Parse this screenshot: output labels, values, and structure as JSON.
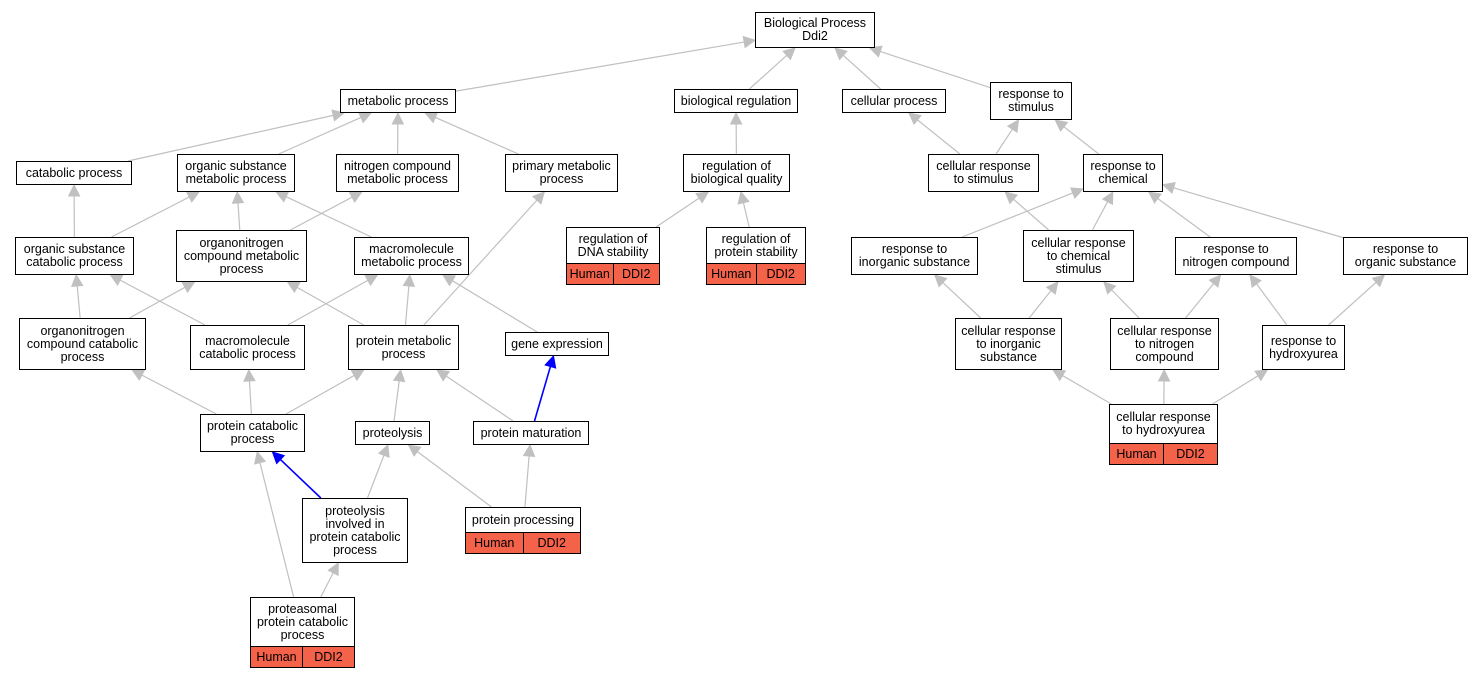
{
  "colors": {
    "edge_default": "#c0c0c0",
    "edge_highlight": "#0000ff",
    "annotation_fill": "#f4624a",
    "node_border": "#000000",
    "node_fill": "#ffffff"
  },
  "nodes": {
    "root": {
      "label": "Biological Process\nDdi2"
    },
    "metabolic": {
      "label": "metabolic process"
    },
    "bioreg": {
      "label": "biological regulation"
    },
    "cellproc": {
      "label": "cellular process"
    },
    "respstim": {
      "label": "response to\nstimulus"
    },
    "catabolic": {
      "label": "catabolic process"
    },
    "orgsubmet": {
      "label": "organic substance\nmetabolic process"
    },
    "nitromet": {
      "label": "nitrogen compound\nmetabolic process"
    },
    "primmet": {
      "label": "primary metabolic\nprocess"
    },
    "regbioqual": {
      "label": "regulation of\nbiological quality"
    },
    "cellrespstim": {
      "label": "cellular response\nto stimulus"
    },
    "respchem": {
      "label": "response to\nchemical"
    },
    "orgsubcat": {
      "label": "organic substance\ncatabolic process"
    },
    "orgnitromet": {
      "label": "organonitrogen\ncompound metabolic\nprocess"
    },
    "macromet": {
      "label": "macromolecule\nmetabolic process"
    },
    "regdna": {
      "label": "regulation of\nDNA stability",
      "tags": [
        "Human",
        "DDI2"
      ]
    },
    "regprot": {
      "label": "regulation of\nprotein stability",
      "tags": [
        "Human",
        "DDI2"
      ]
    },
    "respinorg": {
      "label": "response to\ninorganic substance"
    },
    "cellrespchem": {
      "label": "cellular response\nto chemical\nstimulus"
    },
    "respnitro": {
      "label": "response to\nnitrogen compound"
    },
    "resporg": {
      "label": "response to\norganic substance"
    },
    "orgnitrocat": {
      "label": "organonitrogen\ncompound catabolic\nprocess"
    },
    "macrocat": {
      "label": "macromolecule\ncatabolic process"
    },
    "protmet": {
      "label": "protein metabolic\nprocess"
    },
    "geneexp": {
      "label": "gene expression"
    },
    "cellrespinorg": {
      "label": "cellular response\nto inorganic\nsubstance"
    },
    "cellrespnitro": {
      "label": "cellular response\nto nitrogen\ncompound"
    },
    "resphydroxy": {
      "label": "response to\nhydroxyurea"
    },
    "protcat": {
      "label": "protein catabolic\nprocess"
    },
    "proteolysis": {
      "label": "proteolysis"
    },
    "protmat": {
      "label": "protein maturation"
    },
    "cellresphydroxy": {
      "label": "cellular response\nto hydroxyurea",
      "tags": [
        "Human",
        "DDI2"
      ]
    },
    "proteocat": {
      "label": "proteolysis\ninvolved in\nprotein catabolic\nprocess"
    },
    "protproc": {
      "label": "protein processing",
      "tags": [
        "Human",
        "DDI2"
      ]
    },
    "proteasomal": {
      "label": "proteasomal\nprotein catabolic\nprocess",
      "tags": [
        "Human",
        "DDI2"
      ]
    }
  },
  "edges": [
    {
      "from": "metabolic",
      "to": "root"
    },
    {
      "from": "bioreg",
      "to": "root"
    },
    {
      "from": "cellproc",
      "to": "root"
    },
    {
      "from": "respstim",
      "to": "root"
    },
    {
      "from": "catabolic",
      "to": "metabolic"
    },
    {
      "from": "orgsubmet",
      "to": "metabolic"
    },
    {
      "from": "nitromet",
      "to": "metabolic"
    },
    {
      "from": "primmet",
      "to": "metabolic"
    },
    {
      "from": "regbioqual",
      "to": "bioreg"
    },
    {
      "from": "cellrespstim",
      "to": "cellproc"
    },
    {
      "from": "cellrespstim",
      "to": "respstim"
    },
    {
      "from": "respchem",
      "to": "respstim"
    },
    {
      "from": "orgsubcat",
      "to": "catabolic"
    },
    {
      "from": "orgsubcat",
      "to": "orgsubmet"
    },
    {
      "from": "orgnitromet",
      "to": "orgsubmet"
    },
    {
      "from": "orgnitromet",
      "to": "nitromet"
    },
    {
      "from": "macromet",
      "to": "orgsubmet"
    },
    {
      "from": "regdna",
      "to": "regbioqual"
    },
    {
      "from": "regprot",
      "to": "regbioqual"
    },
    {
      "from": "respinorg",
      "to": "respchem"
    },
    {
      "from": "cellrespchem",
      "to": "cellrespstim"
    },
    {
      "from": "cellrespchem",
      "to": "respchem"
    },
    {
      "from": "respnitro",
      "to": "respchem"
    },
    {
      "from": "resporg",
      "to": "respchem"
    },
    {
      "from": "orgnitrocat",
      "to": "orgsubcat"
    },
    {
      "from": "orgnitrocat",
      "to": "orgnitromet"
    },
    {
      "from": "macrocat",
      "to": "orgsubcat"
    },
    {
      "from": "macrocat",
      "to": "macromet"
    },
    {
      "from": "protmet",
      "to": "primmet"
    },
    {
      "from": "protmet",
      "to": "orgnitromet"
    },
    {
      "from": "protmet",
      "to": "macromet"
    },
    {
      "from": "geneexp",
      "to": "macromet"
    },
    {
      "from": "cellrespinorg",
      "to": "respinorg"
    },
    {
      "from": "cellrespinorg",
      "to": "cellrespchem"
    },
    {
      "from": "cellrespnitro",
      "to": "cellrespchem"
    },
    {
      "from": "cellrespnitro",
      "to": "respnitro"
    },
    {
      "from": "resphydroxy",
      "to": "resporg"
    },
    {
      "from": "resphydroxy",
      "to": "respnitro"
    },
    {
      "from": "protcat",
      "to": "orgnitrocat"
    },
    {
      "from": "protcat",
      "to": "macrocat"
    },
    {
      "from": "protcat",
      "to": "protmet"
    },
    {
      "from": "proteolysis",
      "to": "protmet"
    },
    {
      "from": "protmat",
      "to": "protmet"
    },
    {
      "from": "protmat",
      "to": "geneexp",
      "highlight": true
    },
    {
      "from": "cellresphydroxy",
      "to": "cellrespinorg"
    },
    {
      "from": "cellresphydroxy",
      "to": "cellrespnitro"
    },
    {
      "from": "cellresphydroxy",
      "to": "resphydroxy"
    },
    {
      "from": "proteocat",
      "to": "protcat",
      "highlight": true
    },
    {
      "from": "proteocat",
      "to": "proteolysis"
    },
    {
      "from": "protproc",
      "to": "proteolysis"
    },
    {
      "from": "protproc",
      "to": "protmat"
    },
    {
      "from": "proteasomal",
      "to": "proteocat"
    },
    {
      "from": "proteasomal",
      "to": "protcat"
    }
  ]
}
